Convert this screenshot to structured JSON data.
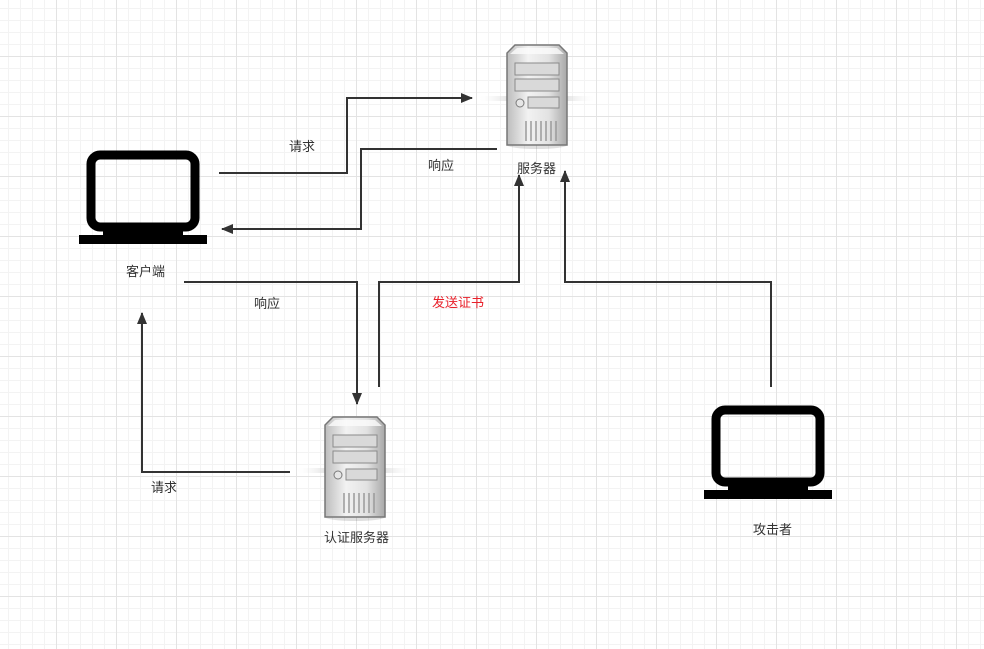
{
  "nodes": {
    "client": {
      "label": "客户端",
      "icon": "laptop-icon"
    },
    "server": {
      "label": "服务器",
      "icon": "server-icon"
    },
    "auth_server": {
      "label": "认证服务器",
      "icon": "server-icon"
    },
    "attacker": {
      "label": "攻击者",
      "icon": "laptop-icon"
    }
  },
  "edges": {
    "client_to_server": {
      "label": "请求"
    },
    "server_to_client": {
      "label": "响应"
    },
    "client_to_auth": {
      "label": "响应"
    },
    "auth_to_client": {
      "label": "请求"
    },
    "auth_to_server": {
      "label": "发送证书",
      "color": "#e8202a"
    },
    "attacker_to_server": {
      "label": ""
    }
  },
  "colors": {
    "line": "#333333",
    "highlight": "#e8202a",
    "grid": "#e3e3e3"
  }
}
